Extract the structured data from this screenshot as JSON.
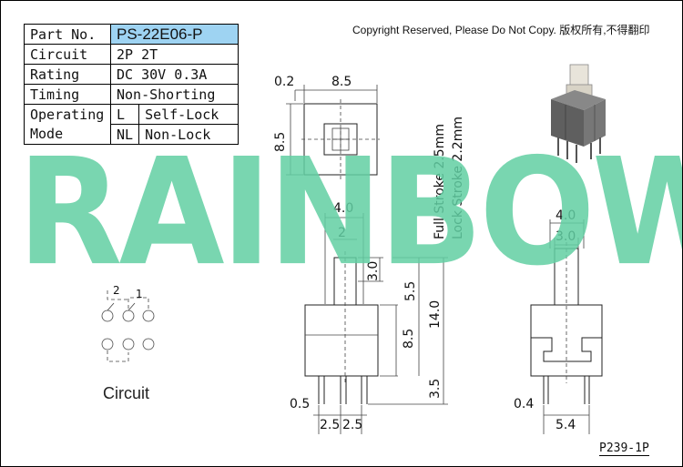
{
  "spec_table": {
    "part_no_label": "Part No.",
    "part_no_value": "PS-22E06-P",
    "circuit_label": "Circuit",
    "circuit_value": "2P 2T",
    "rating_label": "Rating",
    "rating_value": "DC 30V 0.3A",
    "timing_label": "Timing",
    "timing_value": "Non-Shorting",
    "operating_label": "Operating",
    "mode_label": "Mode",
    "mode_l_code": "L",
    "mode_l_value": "Self-Lock",
    "mode_nl_code": "NL",
    "mode_nl_value": "Non-Lock"
  },
  "copyright": "Copyright Reserved, Please Do Not Copy. 版权所有,不得翻印",
  "watermark": "RAINBOW",
  "circuit_caption": "Circuit",
  "circuit_pole_labels": [
    "2",
    "1"
  ],
  "page_code": "P239-1P",
  "dimensions": {
    "top_view": [
      "0.2",
      "8.5",
      "8.5"
    ],
    "front_view": [
      "4.0",
      "2",
      "3.0",
      "5.5",
      "14.0",
      "8.5",
      "3.5",
      "0.5",
      "2.5",
      "2.5"
    ],
    "stroke_notes": [
      "Full Stroke 2.5mm",
      "Lock Stroke 2.2mm"
    ],
    "side_view": [
      "4.0",
      "3.0",
      "0.4",
      "5.4"
    ]
  },
  "colors": {
    "model_highlight": "#9ed3f2",
    "watermark": "#62cfa3"
  }
}
